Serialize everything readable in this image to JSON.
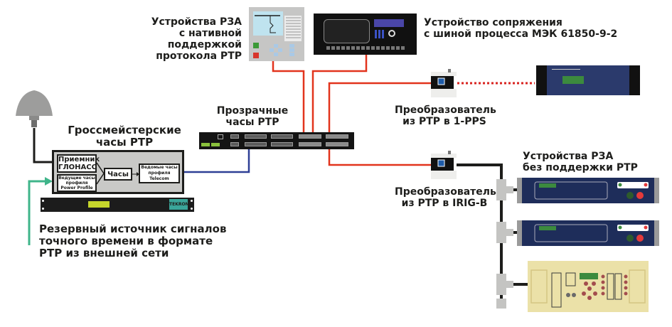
{
  "labels": {
    "rza_native": [
      "Устройства РЗА",
      "с нативной поддержкой",
      "протокола PTP"
    ],
    "merging_unit": [
      "Устройство сопряжения",
      "с шиной процесса МЭК 61850-9-2"
    ],
    "transparent_clock": [
      "Прозрачные",
      "часы PTP"
    ],
    "grandmaster": [
      "Гроссмейстерские",
      "часы PTP"
    ],
    "conv_pps": [
      "Преобразователь",
      "из PTP в 1-PPS"
    ],
    "conv_irig": [
      "Преобразователь",
      "из PTP в IRIG-B"
    ],
    "rza_legacy": [
      "Устройства РЗА",
      "без поддержки PTP"
    ],
    "backup_source": [
      "Резервный источник сигналов",
      "точного времени в формате",
      "PTP из внешней сети"
    ]
  },
  "grandmaster_blocks": {
    "receiver": [
      "Приемник",
      "ГЛОНАСС"
    ],
    "power_profile": [
      "Ведущие часы",
      "профиля",
      "Power Profile"
    ],
    "clock": "Часы",
    "telecom": [
      "Ведомые часы",
      "профиля Telecom"
    ]
  },
  "rack_brand": "TEKRON",
  "colors": {
    "ethernet": "#e2341d",
    "telecom_link": "#2e3f96",
    "backup_link": "#3fb58a",
    "irig_bus": "#1d1d1b",
    "pps_link": "#d8231f"
  }
}
